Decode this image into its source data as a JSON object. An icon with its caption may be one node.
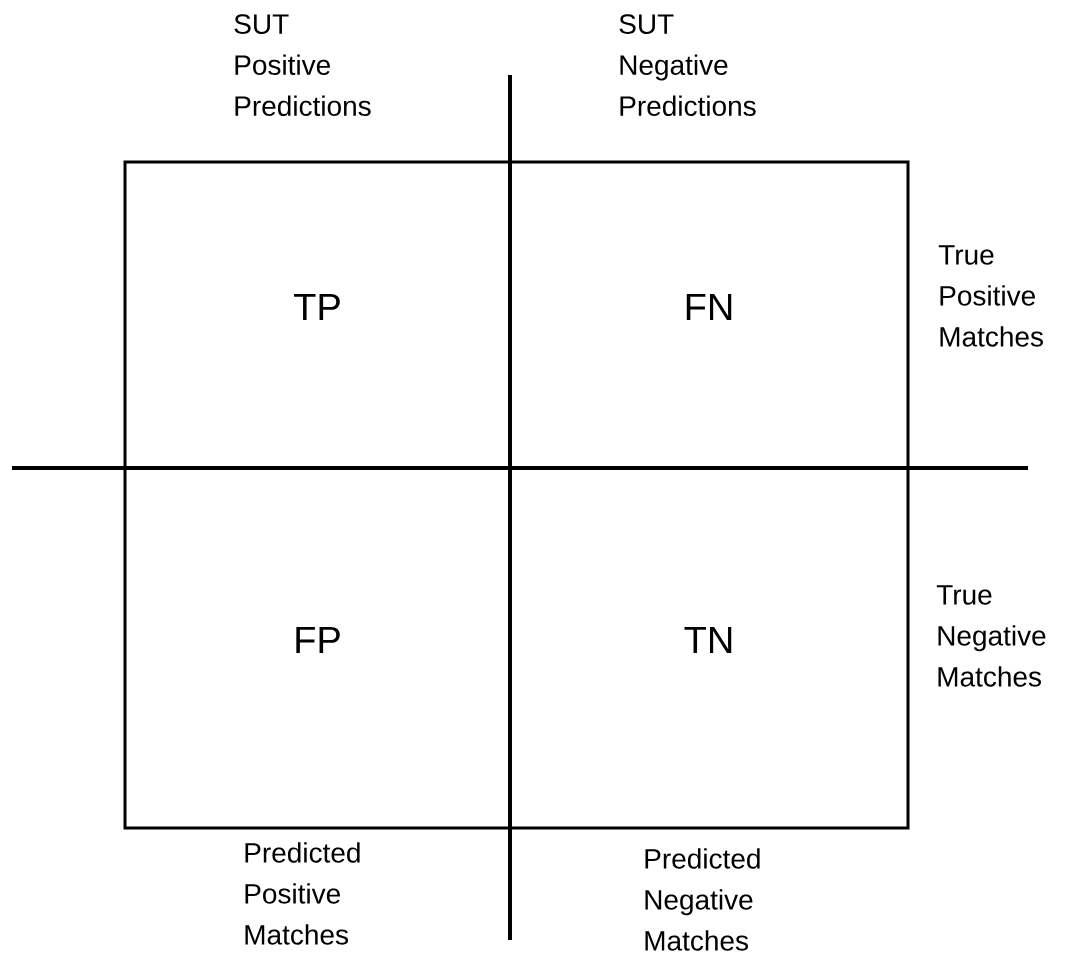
{
  "diagram": {
    "nodes": [
      {
        "text": [
          "TP"
        ]
      },
      {
        "text": [
          "FN"
        ]
      },
      {
        "text": [
          "FP"
        ]
      },
      {
        "text": [
          "TN"
        ]
      }
    ],
    "labels": [
      "SUT Positive Predictions",
      "SUT Negative Predictions",
      "True Positive Matches",
      "True Negative Matches",
      "Predicted Positive Matches",
      "Predicted Negative Matches"
    ]
  }
}
